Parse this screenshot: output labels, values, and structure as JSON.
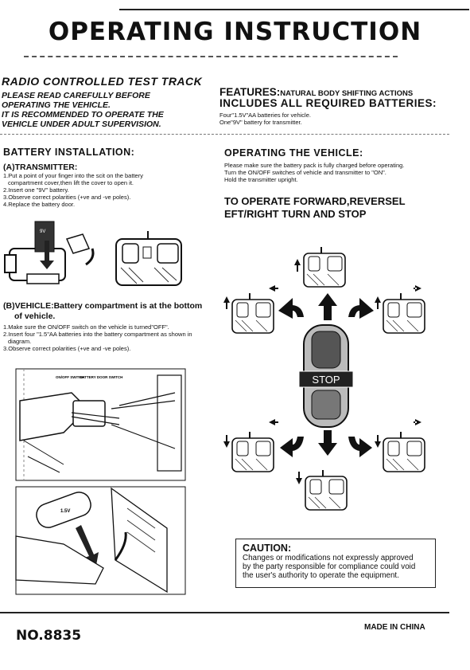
{
  "header": {
    "title": "OPERATING INSTRUCTION"
  },
  "intro": {
    "rc_title": "RADIO CONTROLLED TEST TRACK",
    "warning_lines": [
      "PLEASE READ CAREFULLY BEFORE",
      "OPERATING THE VEHICLE.",
      "IT IS RECOMMENDED TO OPERATE THE",
      "VEHICLE UNDER ADULT SUPERVISION."
    ]
  },
  "features": {
    "label": "FEATURES:",
    "line1": "NATURAL BODY SHIFTING ACTIONS",
    "line2": "INCLUDES ALL REQUIRED BATTERIES:",
    "batteries": [
      "Four\"1.5V\"AA batteries for vehicle.",
      "One\"9V\" battery for transmitter."
    ]
  },
  "battery_installation": {
    "title": "BATTERY INSTALLATION:",
    "transmitter": {
      "heading": "(A)TRANSMITTER:",
      "steps": [
        "1.Put a point of your finger into the scit on the battery",
        "compartment cover,then lift the cover to open it.",
        "2.Insert one \"9V\" battery.",
        "3.Observe correct polarities (+ve and -ve poles).",
        "4.Replace the battery door."
      ]
    },
    "vehicle": {
      "heading": "(B)VEHICLE:Battery compartment is at the bottom",
      "heading2": "of vehicle.",
      "steps": [
        "1.Make sure the ON/OFF switch on the vehicle is turned\"OFF\".",
        "2.Insert four \"1.5\"AA batteries into the battery compartment as shown in",
        "diagram.",
        "3.Observe correct polarities (+ve and -ve poles)."
      ]
    },
    "diagram_labels": {
      "switch": "ON/OFF SWITCH",
      "door": "BATTERY DOOR SWITCH",
      "battery": "1.5V",
      "battery_9v": "9V"
    }
  },
  "operating": {
    "title": "OPERATING THE VEHICLE:",
    "lines": [
      "Please make sure the battery pack is fully charged before operating.",
      "Turn the ON/OFF switches of vehicle and transmitter to \"ON\".",
      "Hold the transmitter upright."
    ],
    "forward_title_1": "TO OPERATE FORWARD,REVERSEL",
    "forward_title_2": "EFT/RIGHT TURN AND STOP",
    "stop_label": "STOP"
  },
  "caution": {
    "title": "CAUTION:",
    "lines": [
      "Changes or modifications not expressly approved",
      "by the party responsible for compliance could void",
      "the user's authority to operate the equipment."
    ]
  },
  "footer": {
    "model": "NO.8835",
    "made_in": "MADE IN CHINA"
  }
}
